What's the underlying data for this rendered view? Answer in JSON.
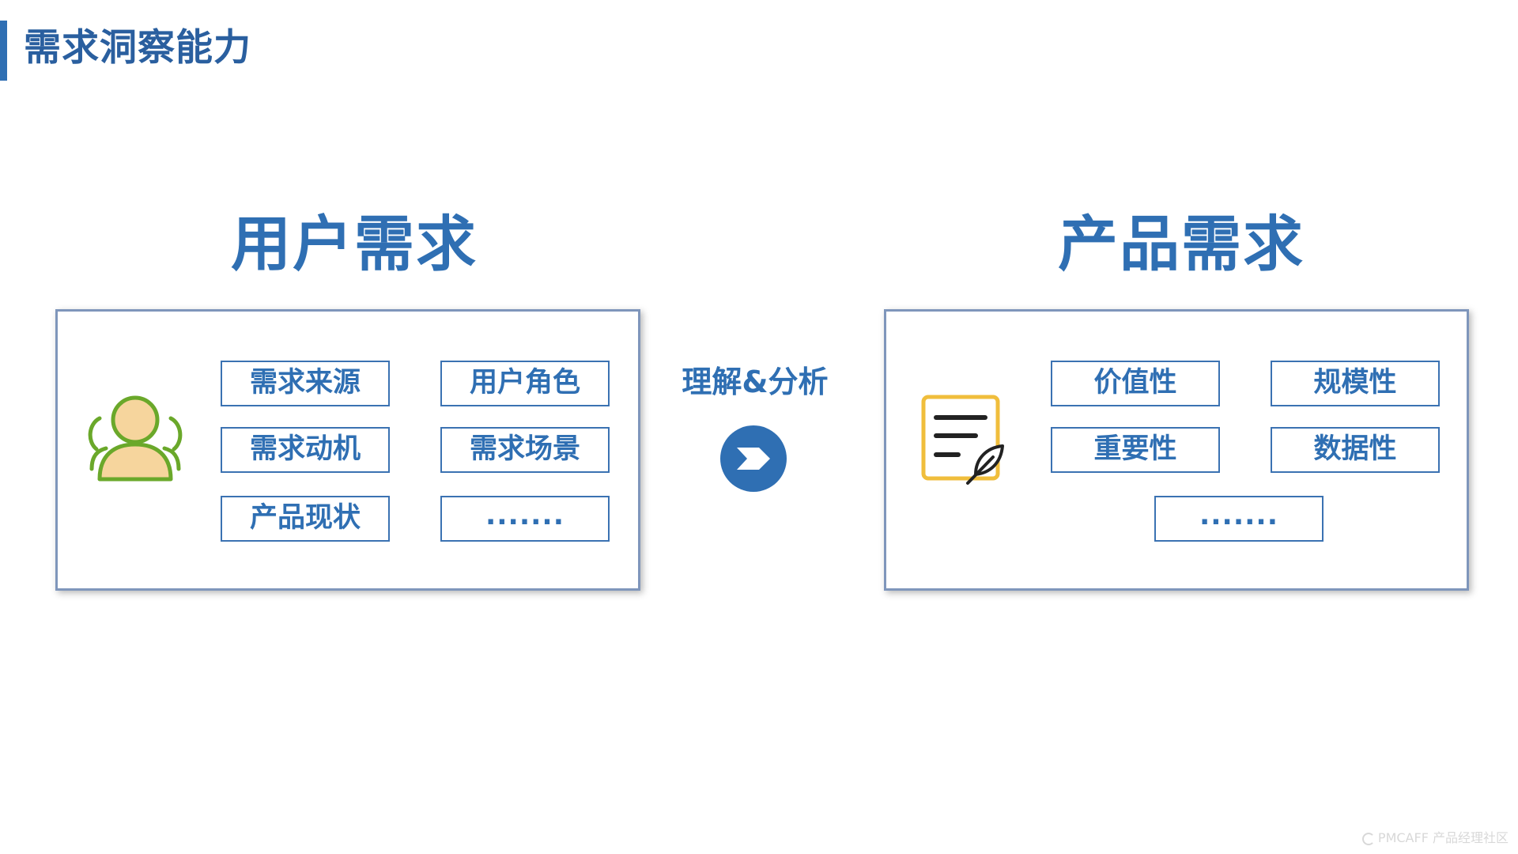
{
  "page": {
    "title": "需求洞察能力"
  },
  "left": {
    "heading": "用户需求",
    "tags": [
      "需求来源",
      "用户角色",
      "需求动机",
      "需求场景",
      "产品现状",
      "......."
    ]
  },
  "middle": {
    "label": "理解&分析",
    "icon": "chevron-right-circle-icon"
  },
  "right": {
    "heading": "产品需求",
    "tags": [
      "价值性",
      "规模性",
      "重要性",
      "数据性",
      "......."
    ]
  },
  "watermark": {
    "text": "PMCAFF 产品经理社区"
  },
  "colors": {
    "accent": "#2f6fb3",
    "panel_border": "#7f96bb",
    "user_icon_outline": "#6aa82a",
    "user_icon_fill": "#f6d59d",
    "doc_icon_outline": "#f0be3c"
  }
}
